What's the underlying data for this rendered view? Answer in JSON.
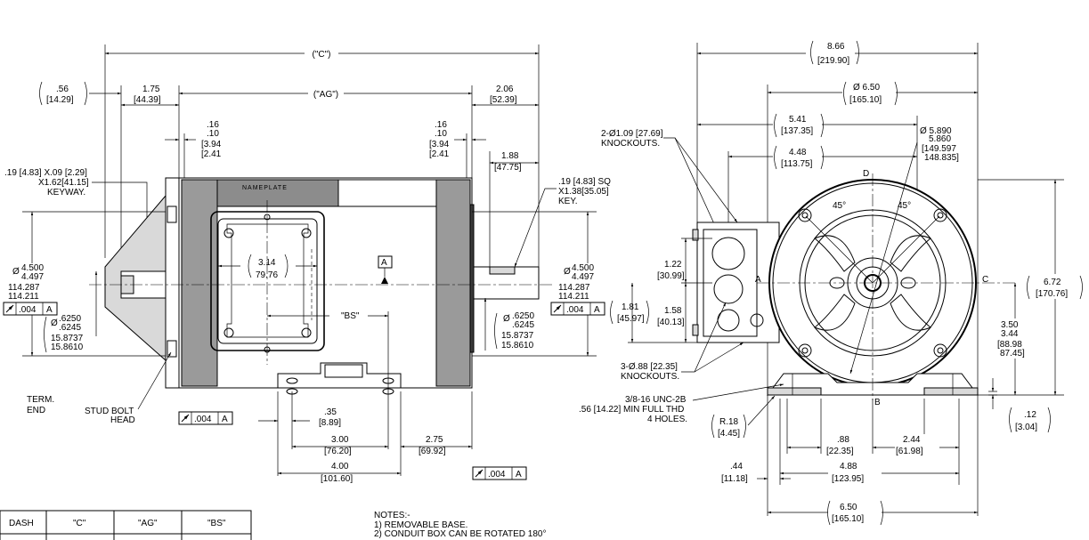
{
  "side_view": {
    "dim_c": "(\"C\")",
    "dim_ag": "(\"AG\")",
    "dim_056": ".56",
    "dim_056_mm": "[14.29]",
    "dim_175": "1.75",
    "dim_175_mm": "[44.39]",
    "dim_206": "2.06",
    "dim_206_mm": "[52.39]",
    "dim_016_left": ".16",
    "dim_010_left": ".10",
    "dim_394_left": "[3.94",
    "dim_241_left": "[2.41",
    "dim_016_right": ".16",
    "dim_010_right": ".10",
    "dim_394_right": "[3.94",
    "dim_241_right": "[2.41",
    "dim_188": "1.88",
    "dim_188_mm": "[47.75]",
    "keyway_line1": ".19 [4.83] X.09 [2.29]",
    "keyway_line2": "X1.62[41.15]",
    "keyway_line3": "KEYWAY.",
    "key_line1": ".19 [4.83] SQ",
    "key_line2": "X1.38[35.05]",
    "key_line3": "KEY.",
    "nameplate": "NAMEPLATE",
    "shaft_left_d1": "4.500",
    "shaft_left_d2": "4.497",
    "shaft_left_mm1": "114.287",
    "shaft_left_mm2": "114.211",
    "shaft_right_d1": "4.500",
    "shaft_right_d2": "4.497",
    "shaft_right_mm1": "114.287",
    "shaft_right_mm2": "114.211",
    "diam_symbol": "Ø",
    "tol_value": ".004",
    "datum_a": "A",
    "pilot_left_d1": ".6250",
    "pilot_left_d2": ".6245",
    "pilot_left_mm1": "15.8737",
    "pilot_left_mm2": "15.8610",
    "pilot_right_d1": ".6250",
    "pilot_right_d2": ".6245",
    "pilot_right_mm1": "15.8737",
    "pilot_right_mm2": "15.8610",
    "dim_314": "3.14",
    "dim_314_mm": "79.76",
    "dim_bs": "\"BS\"",
    "term_end_1": "TERM.",
    "term_end_2": "END",
    "stud_bolt_1": "STUD BOLT",
    "stud_bolt_2": "HEAD",
    "dim_035": ".35",
    "dim_035_mm": "[8.89]",
    "dim_300": "3.00",
    "dim_300_mm": "[76.20]",
    "dim_275": "2.75",
    "dim_275_mm": "[69.92]",
    "dim_400": "4.00",
    "dim_400_mm": "[101.60]"
  },
  "end_view": {
    "dim_866": "8.66",
    "dim_866_mm": "[219.90]",
    "dim_650_top": "Ø 6.50",
    "dim_650_top_mm": "[165.10]",
    "dim_541": "5.41",
    "dim_541_mm": "[137.35]",
    "dim_448": "4.48",
    "dim_448_mm": "[113.75]",
    "knockout_top_1": "2-Ø1.09 [27.69]",
    "knockout_top_2": "KNOCKOUTS.",
    "bolt_circle_1": "Ø 5.890",
    "bolt_circle_2": "5.860",
    "bolt_circle_3": "[149.597",
    "bolt_circle_4": "148.835]",
    "label_d": "D",
    "label_a": "A",
    "label_b": "B",
    "label_c": "C",
    "angle_left": "45°",
    "angle_right": "45°",
    "dim_122": "1.22",
    "dim_122_mm": "[30.99]",
    "dim_181": "1.81",
    "dim_181_mm": "[45.97]",
    "dim_158": "1.58",
    "dim_158_mm": "[40.13]",
    "dim_672": "6.72",
    "dim_672_mm": "[170.76]",
    "dim_350": "3.50",
    "dim_344": "3.44",
    "dim_350_mm": "[88.98",
    "dim_344_mm": "87.45]",
    "knockout_bot_1": "3-Ø.88 [22.35]",
    "knockout_bot_2": "KNOCKOUTS.",
    "thread_1": "3/8-16 UNC-2B",
    "thread_2": ".56 [14.22] MIN FULL THD",
    "thread_3": "4 HOLES.",
    "dim_r18": "R.18",
    "dim_r18_mm": "[4.45]",
    "dim_088": ".88",
    "dim_088_mm": "[22.35]",
    "dim_244": "2.44",
    "dim_244_mm": "[61.98]",
    "dim_012": ".12",
    "dim_012_mm": "[3.04]",
    "dim_044": ".44",
    "dim_044_mm": "[11.18]",
    "dim_488": "4.88",
    "dim_488_mm": "[123.95]",
    "dim_650_bot": "6.50",
    "dim_650_bot_mm": "[165.10]"
  },
  "table": {
    "headers": [
      "DASH",
      "\"C\"",
      "\"AG\"",
      "\"BS\""
    ]
  },
  "notes": {
    "title": "NOTES:-",
    "items": [
      "1) REMOVABLE BASE.",
      "2) CONDUIT BOX CAN BE ROTATED 180°"
    ]
  }
}
